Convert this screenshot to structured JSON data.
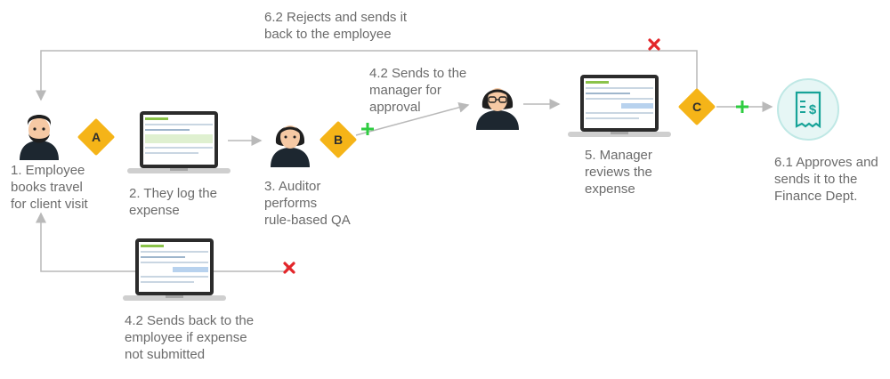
{
  "steps": {
    "employee": "1. Employee\nbooks travel\nfor  client visit",
    "log": "2. They log the\nexpense",
    "auditor": "3. Auditor\nperforms\nrule-based QA",
    "manager_review": "5. Manager\nreviews the\nexpense",
    "approve": "6.1 Approves and\nsends it to the\nFinance Dept."
  },
  "paths": {
    "rejects": "6.2 Rejects and sends it\nback to the employee",
    "to_manager": "4.2 Sends to the\nmanager for\napproval",
    "back_to_employee": "4.2 Sends back to the\nemployee if expense\nnot submitted"
  },
  "decisions": {
    "a": "A",
    "b": "B",
    "c": "C"
  },
  "icons": {
    "finance": "finance-document-icon",
    "reject": "red-x-icon",
    "approve": "green-check-icon"
  },
  "colors": {
    "decision": "#f5b418",
    "reject": "#e3262a",
    "approve": "#2ecc40",
    "finance": "#17a398",
    "line": "#b9b9b9"
  }
}
